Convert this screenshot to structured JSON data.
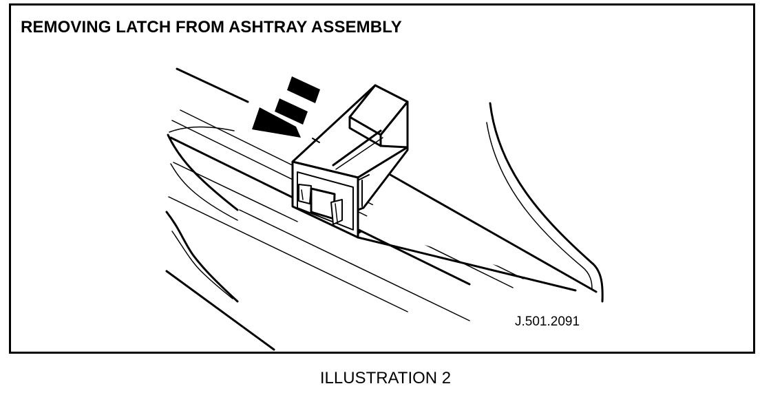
{
  "figure": {
    "title": "REMOVING LATCH FROM ASHTRAY ASSEMBLY",
    "reference_code": "J.501.2091",
    "caption": "ILLUSTRATION 2"
  },
  "drawing": {
    "line_color": "#000000",
    "fill_color": "#ffffff"
  }
}
